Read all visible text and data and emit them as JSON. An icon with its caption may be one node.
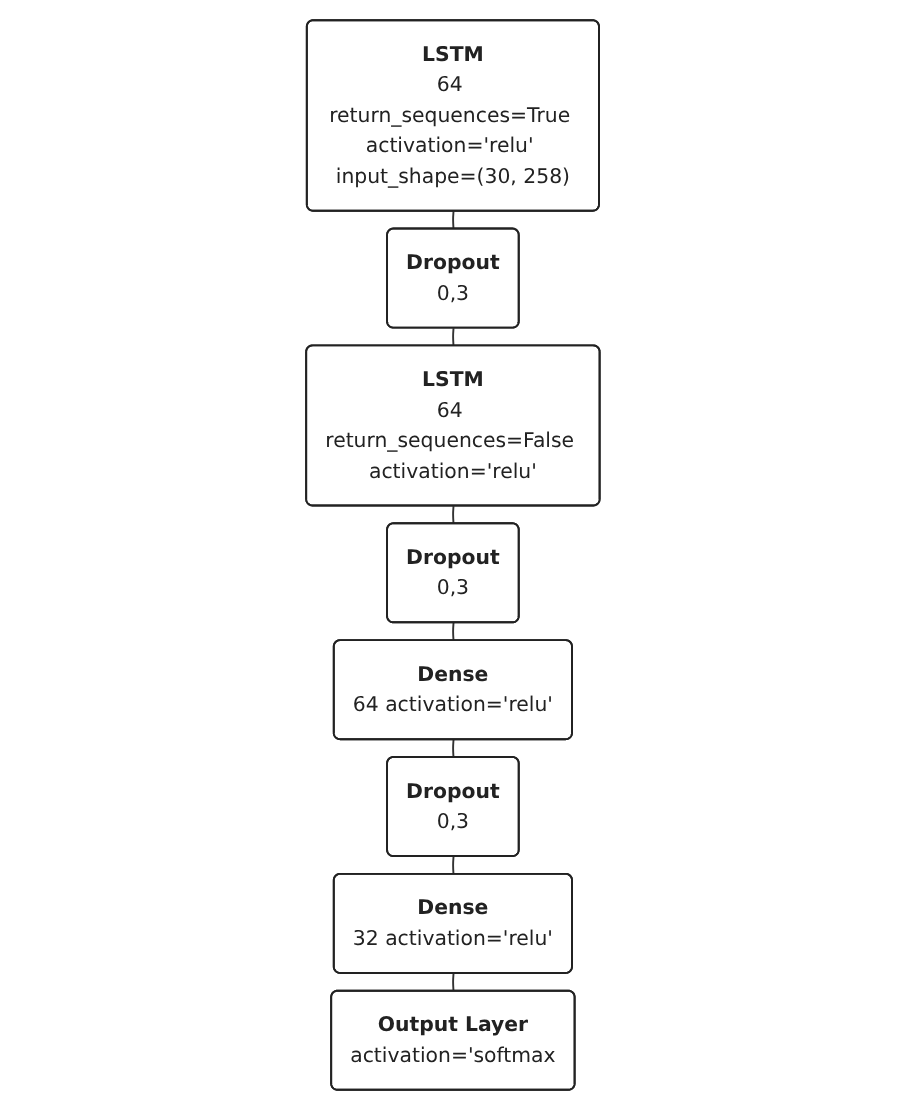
{
  "diagram": {
    "nodes": [
      {
        "text": [
          "LSTM",
          "64 return_sequences=True activation='relu' input_shape=(30, 258)"
        ]
      },
      {
        "text": [
          "Dropout",
          "0,3"
        ]
      },
      {
        "text": [
          "LSTM",
          "64 return_sequences=False activation='relu'"
        ]
      },
      {
        "text": [
          "Dropout",
          "0,3"
        ]
      },
      {
        "text": [
          "Dense",
          "64 activation='relu'"
        ]
      },
      {
        "text": [
          "Dropout",
          "0,3"
        ]
      },
      {
        "text": [
          "Dense",
          "32 activation='relu'"
        ]
      },
      {
        "text": [
          "Output Layer",
          "activation='softmax"
        ]
      }
    ],
    "edges": [
      {
        "from": 0,
        "to": 1,
        "arrow": "none"
      },
      {
        "from": 1,
        "to": 2,
        "arrow": "none"
      },
      {
        "from": 2,
        "to": 3,
        "arrow": "none"
      },
      {
        "from": 3,
        "to": 4,
        "arrow": "none"
      },
      {
        "from": 4,
        "to": 5,
        "arrow": "none"
      },
      {
        "from": 5,
        "to": 6,
        "arrow": "none"
      },
      {
        "from": 6,
        "to": 7,
        "arrow": "none"
      }
    ]
  }
}
